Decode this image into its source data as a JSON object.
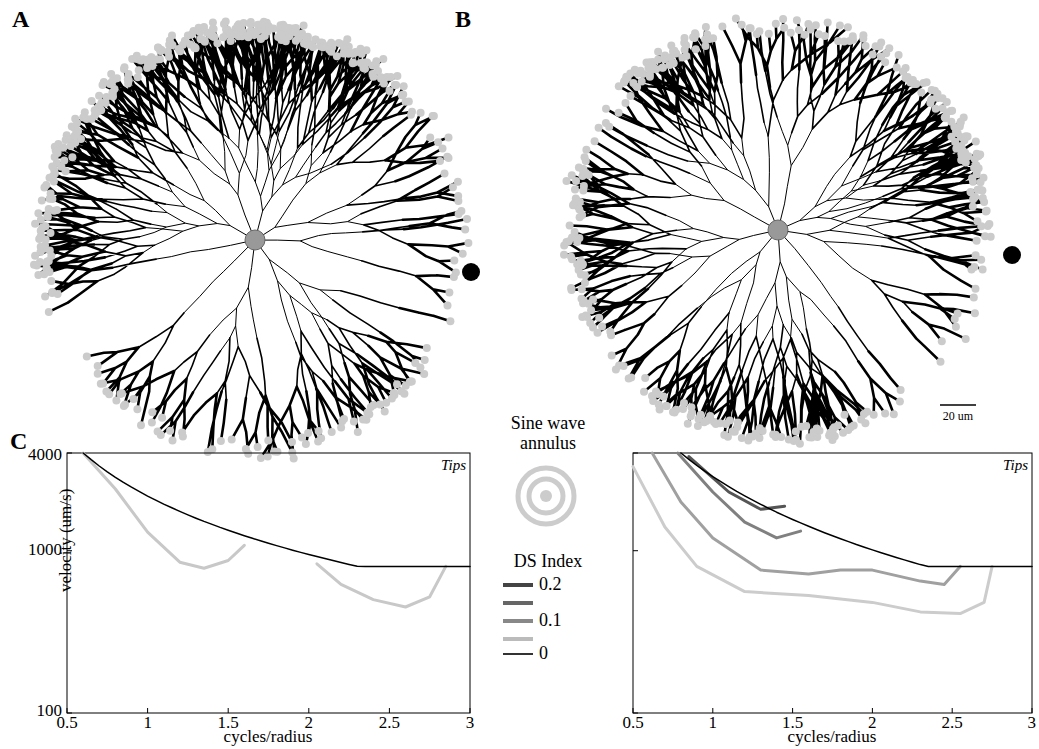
{
  "diagram": {
    "labels": [
      "A",
      "B",
      "C",
      "20 um",
      "Sine wave annulus",
      "4000",
      "1000",
      "100",
      "velocity (um/s)",
      "0.5",
      "1",
      "1.5",
      "2",
      "2.5",
      "3",
      "cycles/radius",
      "Tips",
      "0.5",
      "1",
      "1.5",
      "2",
      "2.5",
      "3",
      "cycles/radius",
      "Tips",
      "DS Index"
    ],
    "legend": [
      {
        "text": "0.2",
        "color": "#444444"
      },
      {
        "text": "0.1",
        "color": "#888888"
      },
      {
        "text": "0",
        "color": "#333333"
      }
    ]
  }
}
